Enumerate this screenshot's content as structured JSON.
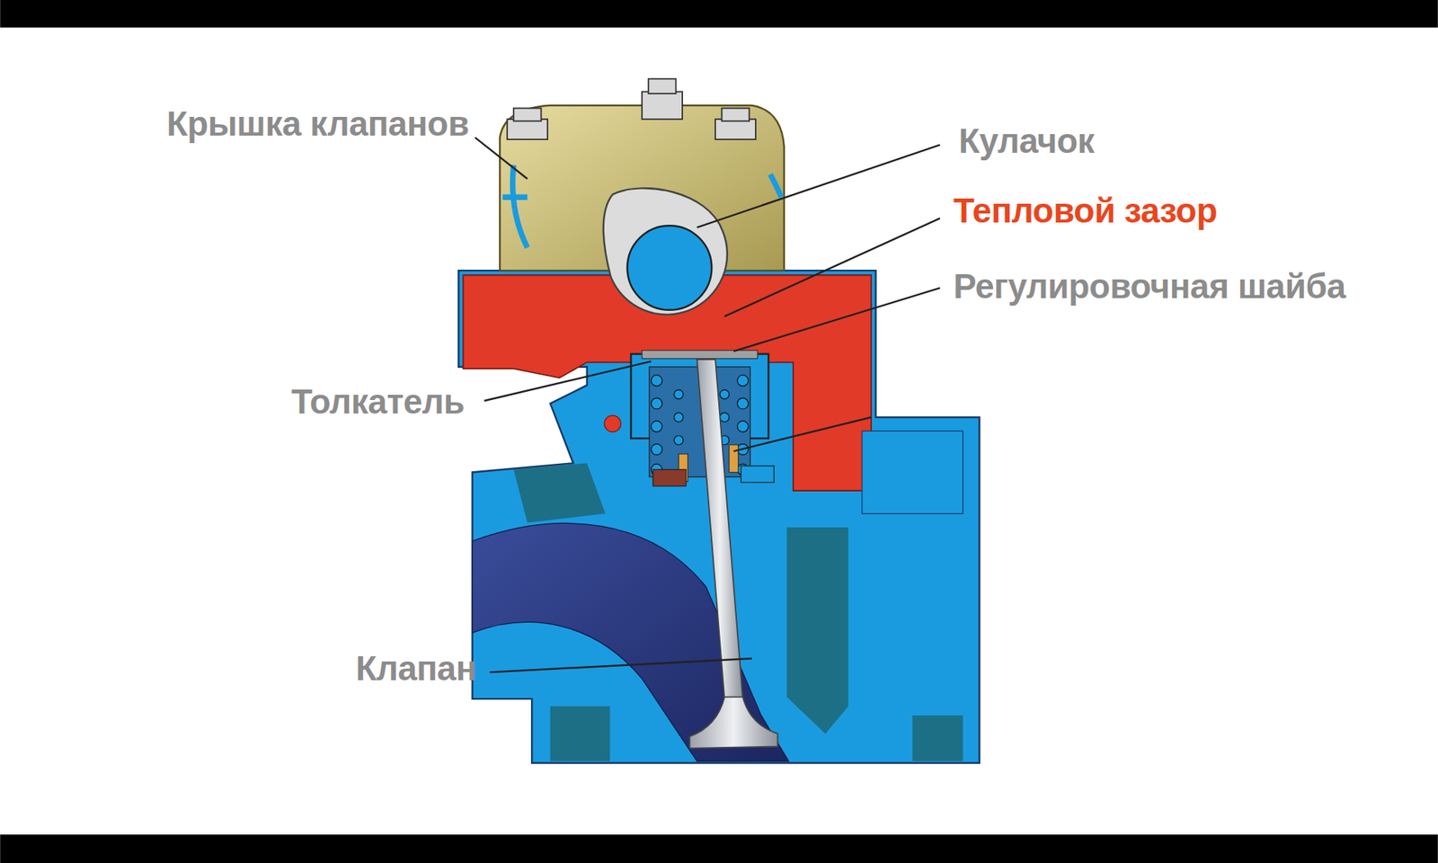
{
  "diagram": {
    "labels": [
      "Крышка клапанов",
      "Кулачок",
      "Тепловой зазор",
      "Регулировочная шайба",
      "Толкатель",
      "Клапан"
    ]
  }
}
